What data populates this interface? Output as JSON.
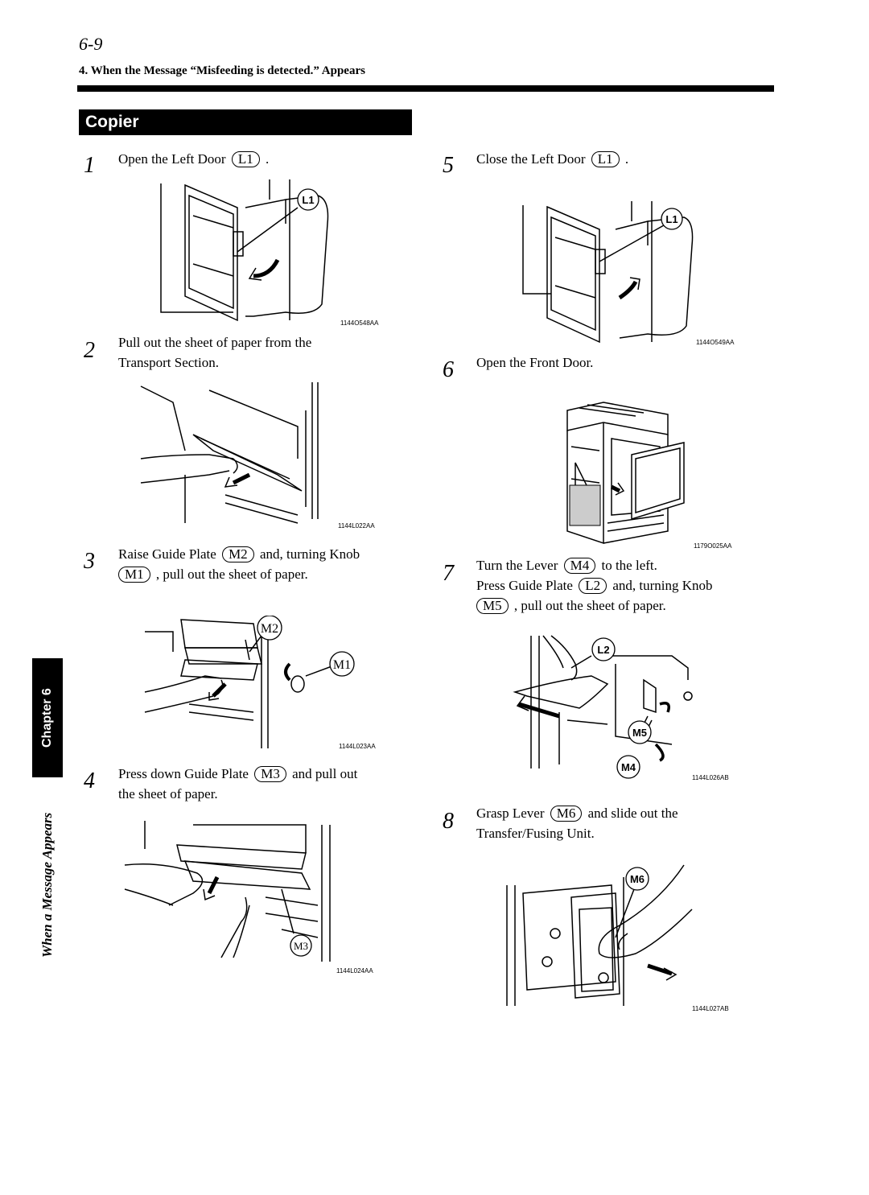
{
  "header": {
    "page_number": "6-9",
    "section_title": "4. When the Message “Misfeeding is detected.” Appears"
  },
  "banner": {
    "title": "Copier"
  },
  "sidebar": {
    "chapter_label": "Chapter 6",
    "section_label": "When a Message Appears"
  },
  "steps": {
    "s1": {
      "number": "1",
      "text_a": "Open the Left Door",
      "callout1": "L1",
      "text_b": ".",
      "figure_code": "1144O548AA",
      "fig_label": "L1"
    },
    "s2": {
      "number": "2",
      "line1": "Pull out the sheet of paper from the",
      "line2": "Transport Section.",
      "figure_code": "1144L022AA"
    },
    "s3": {
      "number": "3",
      "text_a": "Raise Guide Plate",
      "callout1": "M2",
      "text_b": "and, turning Knob",
      "callout2": "M1",
      "text_c": ", pull out the sheet of paper.",
      "figure_code": "1144L023AA",
      "fig_label1": "M2",
      "fig_label2": "M1"
    },
    "s4": {
      "number": "4",
      "text_a": "Press down Guide Plate",
      "callout1": "M3",
      "text_b": "and pull out",
      "line2": "the sheet of paper.",
      "figure_code": "1144L024AA",
      "fig_label": "M3"
    },
    "s5": {
      "number": "5",
      "text_a": "Close the Left Door",
      "callout1": "L1",
      "text_b": ".",
      "figure_code": "1144O549AA",
      "fig_label": "L1"
    },
    "s6": {
      "number": "6",
      "text_a": "Open the Front Door.",
      "figure_code": "1179O025AA"
    },
    "s7": {
      "number": "7",
      "text_a": "Turn the Lever",
      "callout1": "M4",
      "text_b": "to the left.",
      "text_c": "Press Guide Plate",
      "callout2": "L2",
      "text_d": "and, turning Knob",
      "callout3": "M5",
      "text_e": ", pull out the sheet of paper.",
      "figure_code": "1144L026AB",
      "fig_label1": "L2",
      "fig_label2": "M5",
      "fig_label3": "M4"
    },
    "s8": {
      "number": "8",
      "text_a": "Grasp Lever",
      "callout1": "M6",
      "text_b": "and slide out the",
      "line2": "Transfer/Fusing Unit.",
      "figure_code": "1144L027AB",
      "fig_label": "M6"
    }
  }
}
